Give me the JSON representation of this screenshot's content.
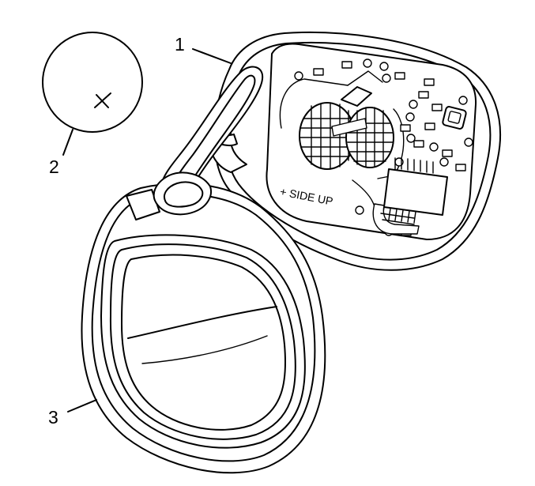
{
  "callouts": {
    "one": "1",
    "two": "2",
    "three": "3"
  },
  "board_marking": "+ SIDE UP",
  "colors": {
    "line": "#000000",
    "background": "#ffffff"
  }
}
